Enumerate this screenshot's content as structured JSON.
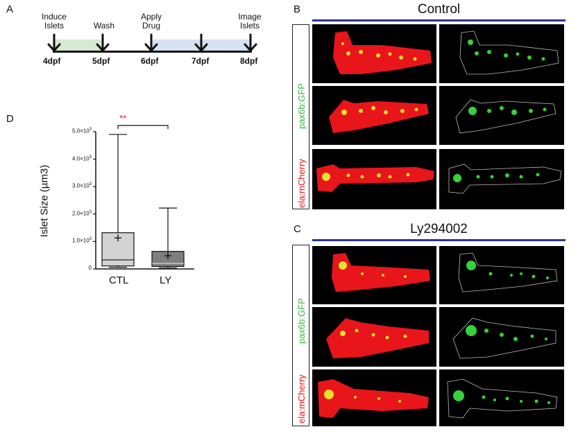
{
  "panel_a": {
    "label": "A",
    "events": [
      {
        "top": "Induce",
        "bottom": "Islets"
      },
      {
        "top": "",
        "bottom": "Wash"
      },
      {
        "top": "Apply",
        "bottom": "Drug"
      },
      {
        "top": "",
        "bottom": ""
      },
      {
        "top": "Image",
        "bottom": "Islets"
      }
    ],
    "days": [
      "4dpf",
      "5dpf",
      "6dpf",
      "7dpf",
      "8dpf"
    ],
    "colors": {
      "induce_period": "#d5ead0",
      "drug_period": "#d6e2f1"
    }
  },
  "panel_b": {
    "label": "B",
    "title": "Control",
    "side_green": "pax6b:GFP",
    "side_red": "ela:mCherry"
  },
  "panel_c": {
    "label": "C",
    "title": "Ly294002",
    "side_green": "pax6b:GFP",
    "side_red": "ela:mCherry"
  },
  "panel_d": {
    "label": "D",
    "significance": "**",
    "tick_labels": [
      {
        "v": 0,
        "text": "0",
        "exp": ""
      },
      {
        "v": 1000,
        "text": "1.0×10",
        "exp": "3"
      },
      {
        "v": 2000,
        "text": "2.0×10",
        "exp": "3"
      },
      {
        "v": 3000,
        "text": "3.0×10",
        "exp": "3"
      },
      {
        "v": 4000,
        "text": "4.0×10",
        "exp": "3"
      },
      {
        "v": 5000,
        "text": "5.0×10",
        "exp": "3"
      }
    ]
  },
  "chart_data": {
    "type": "box",
    "ylabel": "Islet Size (µm3)",
    "ylim": [
      0,
      5000
    ],
    "categories": [
      "CTL",
      "LY"
    ],
    "series": [
      {
        "category": "CTL",
        "min": 60,
        "q1": 110,
        "median": 330,
        "q3": 1320,
        "max": 4900,
        "mean": 1130,
        "color": "#d3d3d3"
      },
      {
        "category": "LY",
        "min": 40,
        "q1": 90,
        "median": 200,
        "q3": 640,
        "max": 2220,
        "mean": 480,
        "color": "#7f7f7f"
      }
    ],
    "significance": "**"
  },
  "colors": {
    "accent_bar": "#2e3192",
    "gfp": "#35d23a",
    "mcherry": "#e8151b",
    "sig": "#e8151b"
  }
}
